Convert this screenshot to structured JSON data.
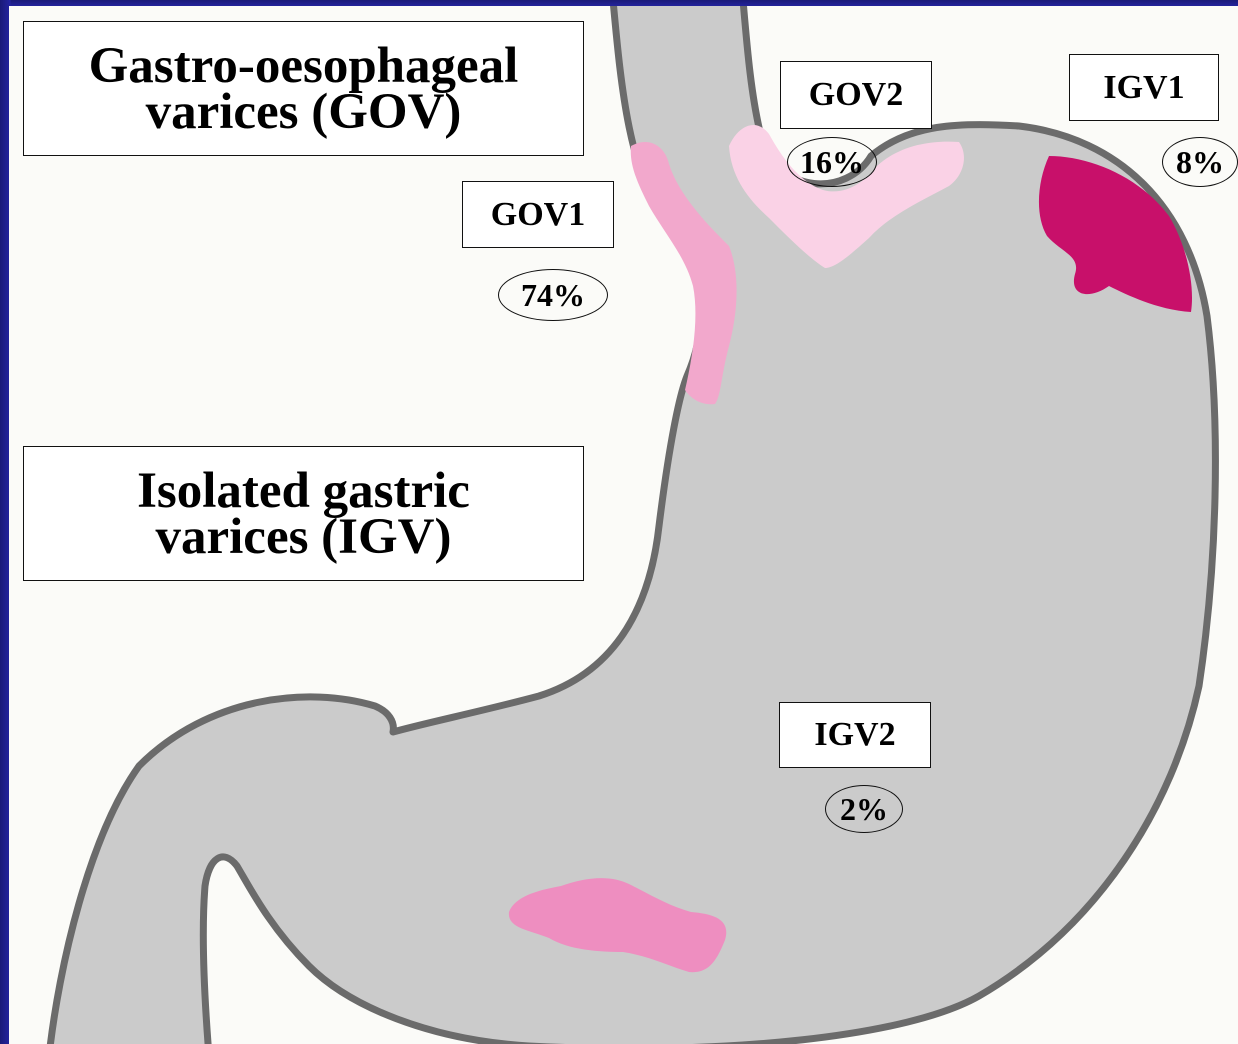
{
  "headings": {
    "gov_line1": "Gastro-oesophageal",
    "gov_line2": "varices (GOV)",
    "igv_line1": "Isolated gastric",
    "igv_line2": "varices (IGV)"
  },
  "regions": {
    "gov1": {
      "label": "GOV1",
      "percent": "74%"
    },
    "gov2": {
      "label": "GOV2",
      "percent": "16%"
    },
    "igv1": {
      "label": "IGV1",
      "percent": "8%"
    },
    "igv2": {
      "label": "IGV2",
      "percent": "2%"
    }
  },
  "colors": {
    "stomach_fill": "#cbcbcb",
    "stomach_outline": "#6b6b6b",
    "gov1_fill": "#f2a8cc",
    "gov2_fill": "#fad2e6",
    "igv1_fill": "#c8106a",
    "igv2_fill": "#ee8ec0",
    "frame": "#1c1c7c"
  }
}
